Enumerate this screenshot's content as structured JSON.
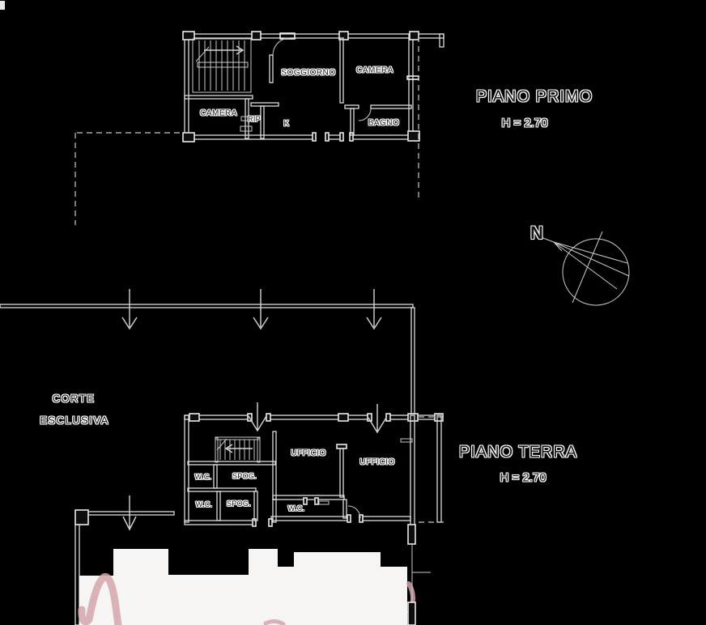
{
  "document": {
    "type": "floor-plan",
    "first_floor": {
      "title": "PIANO PRIMO",
      "height": "H = 2.70",
      "rooms": {
        "soggiorno": "SOGGIORNO",
        "camera_right": "CAMERA",
        "camera_left": "CAMERA",
        "rip": "RIP",
        "kitchen": "K",
        "bagno": "BAGNO"
      }
    },
    "ground_floor": {
      "title": "PIANO TERRA",
      "height": "H = 2.70",
      "rooms": {
        "ufficio_center": "UFFICIO",
        "ufficio_right": "UFFICIO",
        "wc_row1": "W.C.",
        "spog_row1": "SPOG.",
        "wc_row2": "W.C.",
        "spog_row2": "SPOG.",
        "wc_bottom": "W.C."
      }
    },
    "courtyard": {
      "label_line1": "CORTE",
      "label_line2": "ESCLUSIVA"
    },
    "compass": {
      "north": "N"
    },
    "colors": {
      "background": "#000000",
      "line": "#dcdcdc",
      "text": "#161616",
      "text_halo": "#ffffff",
      "watermark_red": "#d4a6ab",
      "paper_white": "#f7f4f4"
    }
  }
}
